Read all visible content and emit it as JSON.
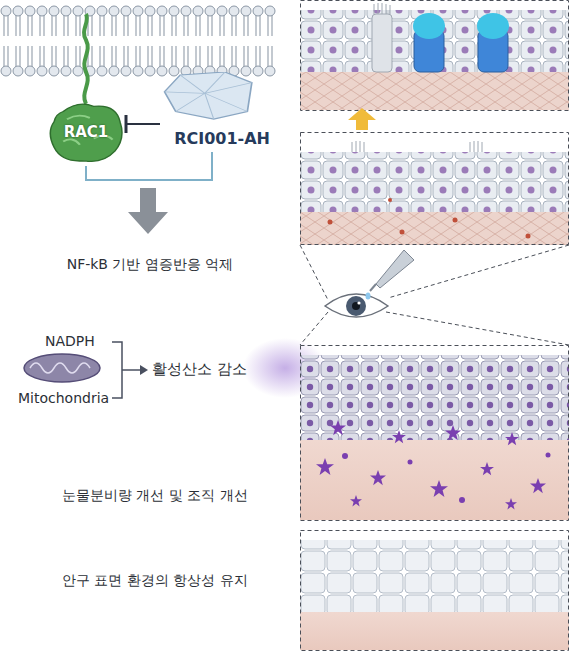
{
  "diagram": {
    "nodes": [
      {
        "text": [
          "RAC1"
        ]
      },
      {
        "text": [
          "RCI001-AH"
        ]
      }
    ],
    "edges": [
      {
        "from": 1,
        "to": 0,
        "arrow": "to"
      }
    ],
    "labels": [
      "NF-kB 기반 염증반응 억제",
      "NADPH",
      "Mitochondria",
      "활성산소 감소",
      "눈물분비량 개선 및 조직 개선",
      "안구 표면 환경의 항상성 유지"
    ]
  }
}
